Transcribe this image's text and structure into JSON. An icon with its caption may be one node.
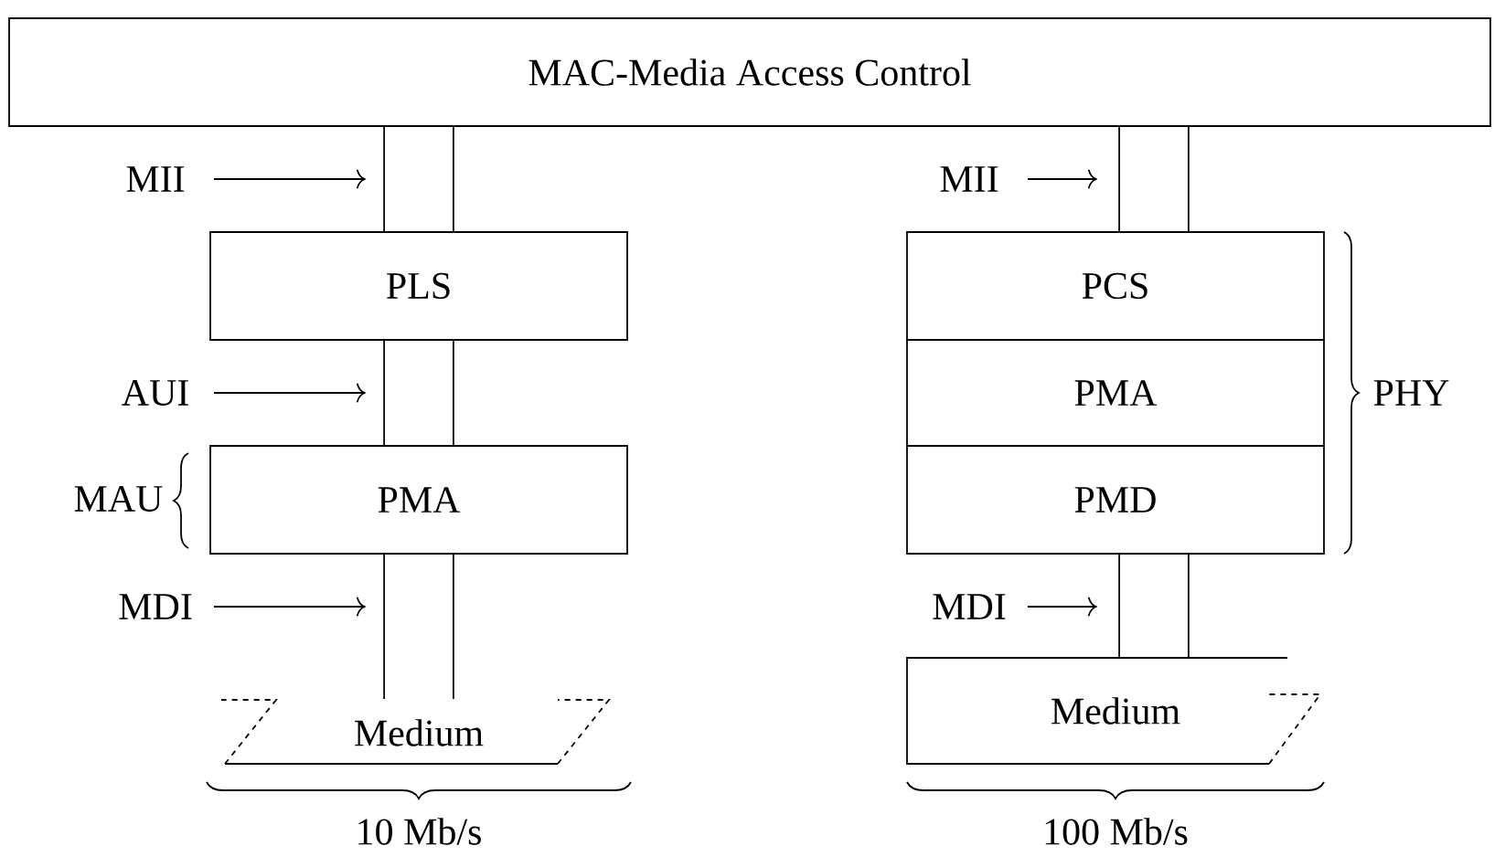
{
  "diagram": {
    "nodes": [
      {
        "text": [
          "MAC-Media Access Control"
        ]
      },
      {
        "text": [
          "PLS"
        ]
      },
      {
        "text": [
          "PMA"
        ]
      },
      {
        "text": [
          "Medium"
        ]
      },
      {
        "text": [
          "PCS"
        ]
      },
      {
        "text": [
          "PMA"
        ]
      },
      {
        "text": [
          "PMD"
        ]
      },
      {
        "text": [
          "Medium"
        ]
      }
    ],
    "edges": [
      {
        "from": 0,
        "to": 1,
        "arrow": "none"
      },
      {
        "from": 1,
        "to": 2,
        "arrow": "none"
      },
      {
        "from": 2,
        "to": 3,
        "arrow": "none"
      },
      {
        "from": 0,
        "to": 4,
        "arrow": "none"
      },
      {
        "from": 6,
        "to": 7,
        "arrow": "none"
      }
    ],
    "labels": [
      "MII",
      "MII",
      "AUI",
      "PHY",
      "MAU",
      "MDI",
      "MDI",
      "10 Mb/s",
      "100 Mb/s"
    ]
  }
}
